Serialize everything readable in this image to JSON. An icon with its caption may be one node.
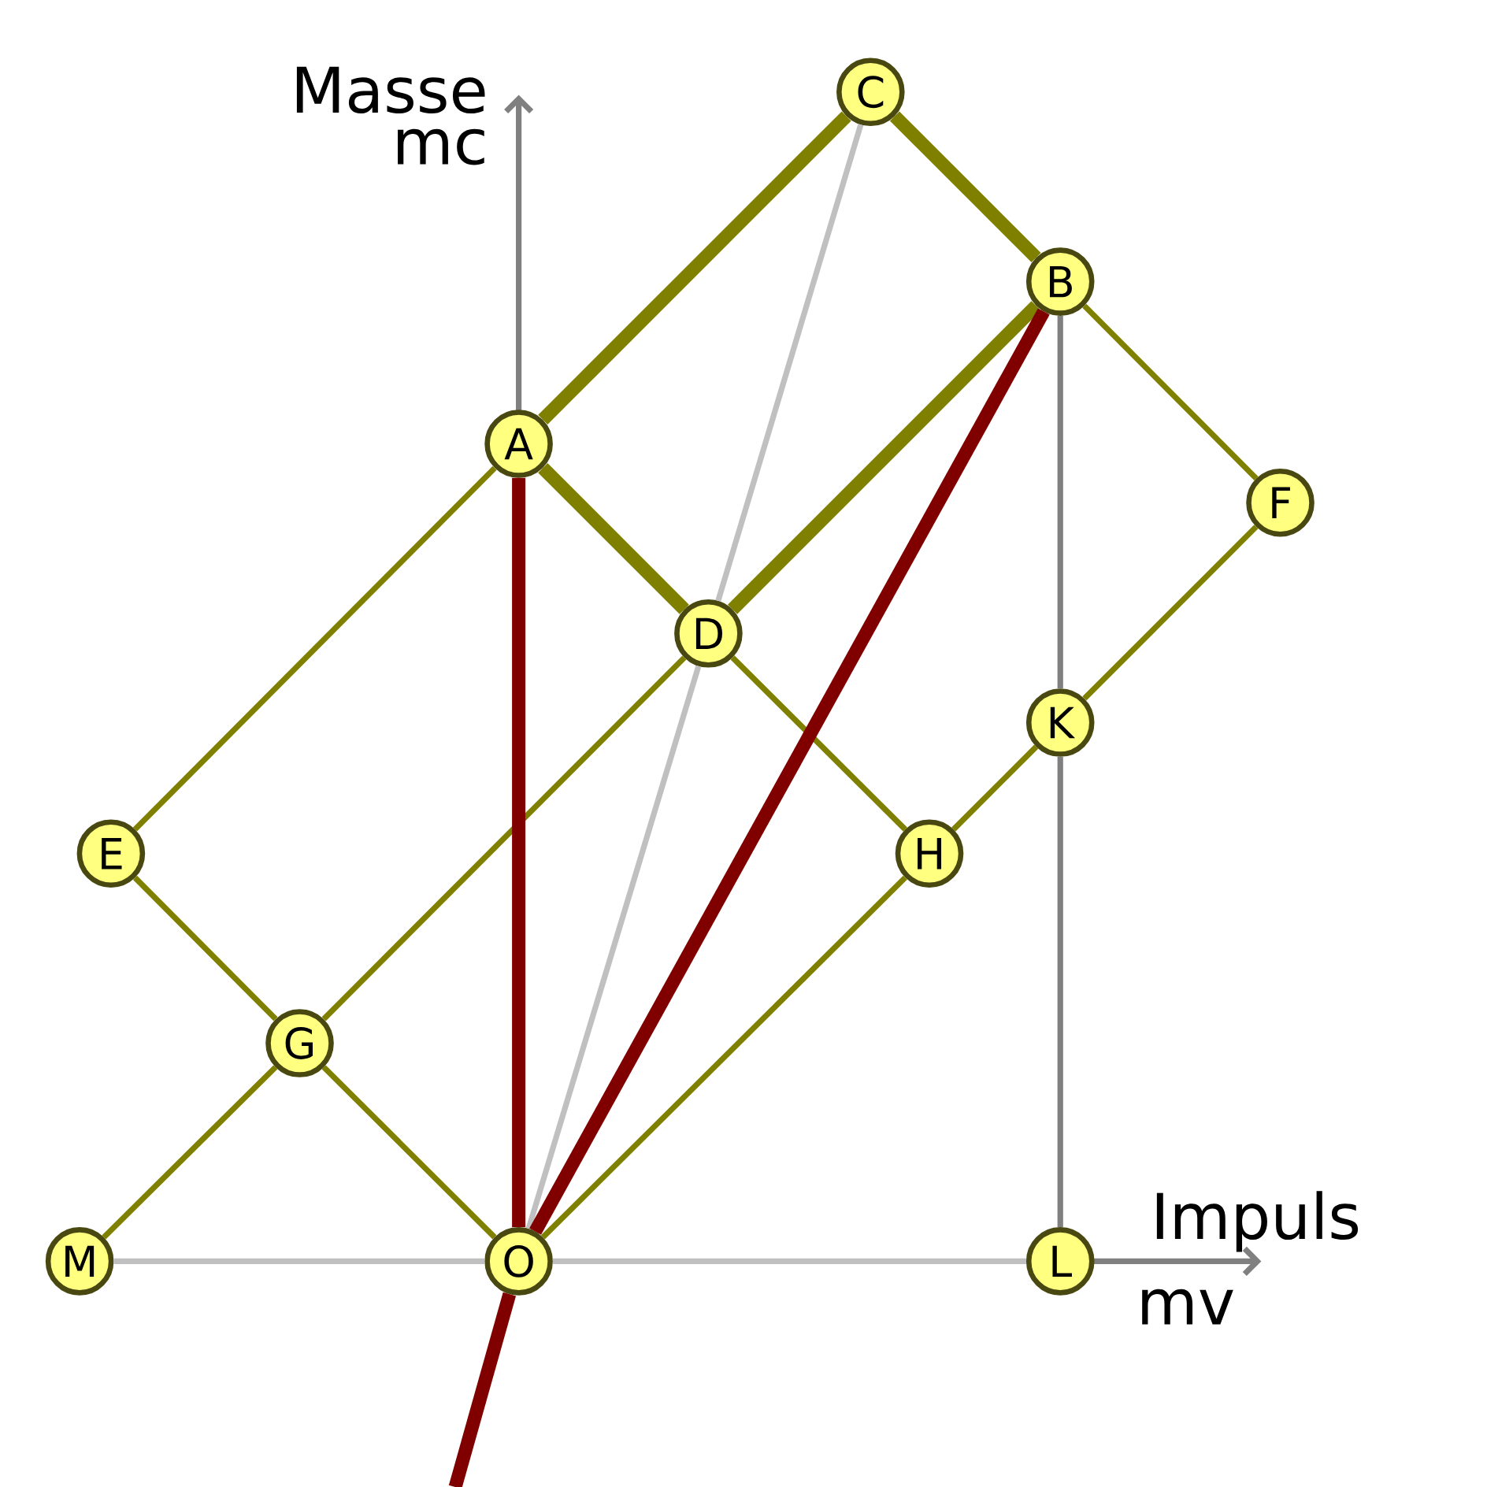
{
  "diagram": {
    "nodes": [
      {
        "text": [
          "C"
        ]
      },
      {
        "text": [
          "B"
        ]
      },
      {
        "text": [
          "A"
        ]
      },
      {
        "text": [
          "F"
        ]
      },
      {
        "text": [
          "D"
        ]
      },
      {
        "text": [
          "K"
        ]
      },
      {
        "text": [
          "E"
        ]
      },
      {
        "text": [
          "H"
        ]
      },
      {
        "text": [
          "G"
        ]
      },
      {
        "text": [
          "M"
        ]
      },
      {
        "text": [
          "O"
        ]
      },
      {
        "text": [
          "L"
        ]
      }
    ],
    "edges": [
      {
        "from": 0,
        "to": 2,
        "arrow": "none",
        "style": "thick"
      },
      {
        "from": 0,
        "to": 1,
        "arrow": "none",
        "style": "thick"
      },
      {
        "from": 2,
        "to": 4,
        "arrow": "none",
        "style": "thick"
      },
      {
        "from": 4,
        "to": 1,
        "arrow": "none",
        "style": "thick"
      },
      {
        "from": 2,
        "to": 6,
        "arrow": "none"
      },
      {
        "from": 1,
        "to": 3,
        "arrow": "none"
      },
      {
        "from": 3,
        "to": 5,
        "arrow": "none"
      },
      {
        "from": 5,
        "to": 7,
        "arrow": "none"
      },
      {
        "from": 4,
        "to": 7,
        "arrow": "none"
      },
      {
        "from": 4,
        "to": 8,
        "arrow": "none"
      },
      {
        "from": 6,
        "to": 8,
        "arrow": "none"
      },
      {
        "from": 8,
        "to": 9,
        "arrow": "none"
      },
      {
        "from": 8,
        "to": 10,
        "arrow": "none"
      },
      {
        "from": 7,
        "to": 10,
        "arrow": "none"
      },
      {
        "from": 0,
        "to": 4,
        "arrow": "none",
        "color": "#c0c0c0"
      },
      {
        "from": 4,
        "to": 10,
        "arrow": "none",
        "color": "#c0c0c0"
      },
      {
        "from": 9,
        "to": 10,
        "arrow": "none",
        "color": "#c0c0c0"
      },
      {
        "from": 10,
        "to": 11,
        "arrow": "none",
        "color": "#c0c0c0"
      },
      {
        "from": 1,
        "to": 5,
        "arrow": "none",
        "color": "#808080"
      },
      {
        "from": 5,
        "to": 11,
        "arrow": "none",
        "color": "#808080"
      },
      {
        "from": 2,
        "to": 10,
        "arrow": "none",
        "style": "thick",
        "color": "#800000"
      },
      {
        "from": 10,
        "to": 1,
        "arrow": "none",
        "style": "thick",
        "color": "#800000"
      },
      {
        "from": null,
        "to": 10,
        "arrow": "none",
        "style": "thick",
        "color": "#800000"
      }
    ],
    "labels": [
      "Masse",
      "mc",
      "Impuls",
      "mv"
    ]
  }
}
